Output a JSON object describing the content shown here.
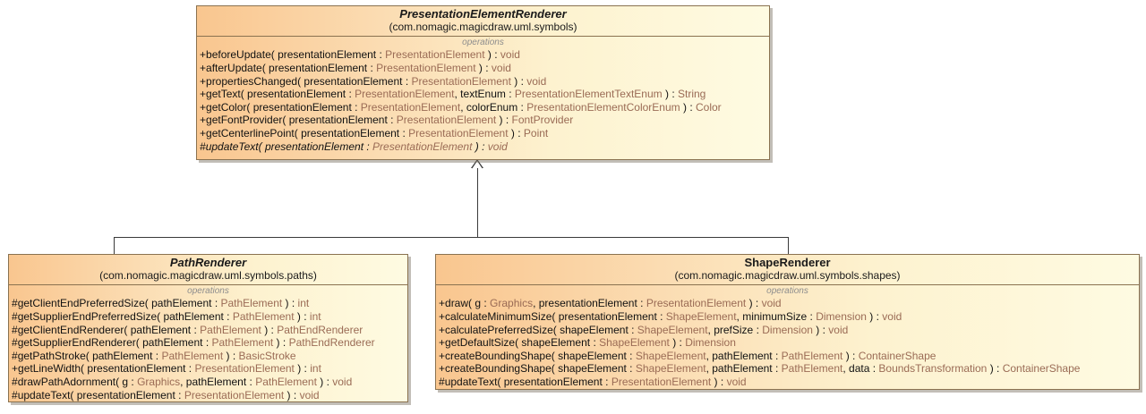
{
  "diagram": {
    "type": "uml-class-diagram",
    "relationship": "generalization",
    "background": "#ffffff",
    "accent_header": "#f9c68f",
    "accent_body": "#fefbe2",
    "border_color": "#8a7250"
  },
  "classes": {
    "parent": {
      "name": "PresentationElementRenderer",
      "abstract": true,
      "package": "(com.nomagic.magicdraw.uml.symbols)",
      "compartment_label": "operations",
      "operations": [
        {
          "visibility": "+",
          "text": "beforeUpdate( presentationElement : PresentationElement ) : void",
          "abstract": false
        },
        {
          "visibility": "+",
          "text": "afterUpdate( presentationElement : PresentationElement ) : void",
          "abstract": false
        },
        {
          "visibility": "+",
          "text": "propertiesChanged( presentationElement : PresentationElement ) : void",
          "abstract": false
        },
        {
          "visibility": "+",
          "text": "getText( presentationElement : PresentationElement, textEnum : PresentationElementTextEnum ) : String",
          "abstract": false
        },
        {
          "visibility": "+",
          "text": "getColor( presentationElement : PresentationElement, colorEnum : PresentationElementColorEnum ) : Color",
          "abstract": false
        },
        {
          "visibility": "+",
          "text": "getFontProvider( presentationElement : PresentationElement ) : FontProvider",
          "abstract": false
        },
        {
          "visibility": "+",
          "text": "getCenterlinePoint( presentationElement : PresentationElement ) : Point",
          "abstract": false
        },
        {
          "visibility": "#",
          "text": "updateText( presentationElement : PresentationElement )  : void",
          "abstract": true
        }
      ]
    },
    "child_left": {
      "name": "PathRenderer",
      "abstract": true,
      "package": "(com.nomagic.magicdraw.uml.symbols.paths)",
      "compartment_label": "operations",
      "operations": [
        {
          "visibility": "#",
          "text": "getClientEndPreferredSize( pathElement : PathElement ) : int",
          "abstract": false
        },
        {
          "visibility": "#",
          "text": "getSupplierEndPreferredSize( pathElement : PathElement ) : int",
          "abstract": false
        },
        {
          "visibility": "#",
          "text": "getClientEndRenderer( pathElement : PathElement ) : PathEndRenderer",
          "abstract": false
        },
        {
          "visibility": "#",
          "text": "getSupplierEndRenderer( pathElement : PathElement ) : PathEndRenderer",
          "abstract": false
        },
        {
          "visibility": "#",
          "text": "getPathStroke( pathElement : PathElement ) : BasicStroke",
          "abstract": false
        },
        {
          "visibility": "+",
          "text": "getLineWidth( presentationElement : PresentationElement ) : int",
          "abstract": false
        },
        {
          "visibility": "#",
          "text": "drawPathAdornment( g : Graphics, pathElement : PathElement ) : void",
          "abstract": false
        },
        {
          "visibility": "#",
          "text": "updateText( presentationElement : PresentationElement ) : void",
          "abstract": false
        }
      ]
    },
    "child_right": {
      "name": "ShapeRenderer",
      "abstract": false,
      "package": "(com.nomagic.magicdraw.uml.symbols.shapes)",
      "compartment_label": "operations",
      "operations": [
        {
          "visibility": "+",
          "text": "draw( g : Graphics, presentationElement : PresentationElement ) : void",
          "abstract": false
        },
        {
          "visibility": "+",
          "text": "calculateMinimumSize( presentationElement : ShapeElement, minimumSize : Dimension ) : void",
          "abstract": false
        },
        {
          "visibility": "+",
          "text": "calculatePreferredSize( shapeElement : ShapeElement, prefSize : Dimension ) : void",
          "abstract": false
        },
        {
          "visibility": "+",
          "text": "getDefaultSize( shapeElement : ShapeElement ) : Dimension",
          "abstract": false
        },
        {
          "visibility": "+",
          "text": "createBoundingShape( shapeElement : ShapeElement, pathElement : PathElement ) : ContainerShape",
          "abstract": false
        },
        {
          "visibility": "+",
          "text": "createBoundingShape( shapeElement : ShapeElement, pathElement : PathElement, data : BoundsTransformation ) : ContainerShape",
          "abstract": false
        },
        {
          "visibility": "#",
          "text": "updateText( presentationElement : PresentationElement ) : void",
          "abstract": false
        }
      ]
    }
  }
}
